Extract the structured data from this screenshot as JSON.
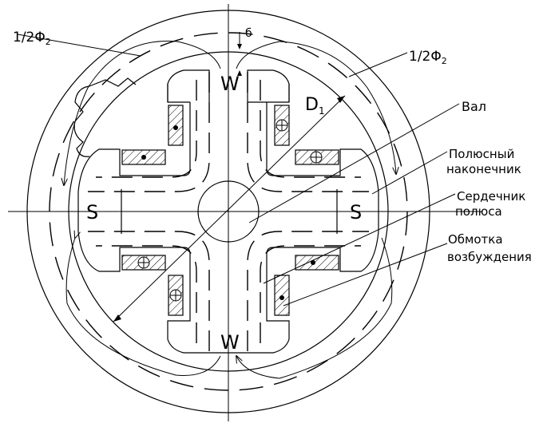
{
  "labels": {
    "flux_left": "1/2Φ",
    "flux_left_sub": "2",
    "flux_right": "1/2Φ",
    "flux_right_sub": "2",
    "gap": "б",
    "diameter": "D",
    "diameter_sub": "1",
    "shaft": "Вал",
    "pole_shoe": "Полюсный наконечник",
    "pole_core": "Сердечник полюса",
    "excitation_winding": "Обмотка возбуждения",
    "pole_top": "W",
    "pole_bottom": "W",
    "pole_left": "S",
    "pole_right": "S"
  }
}
